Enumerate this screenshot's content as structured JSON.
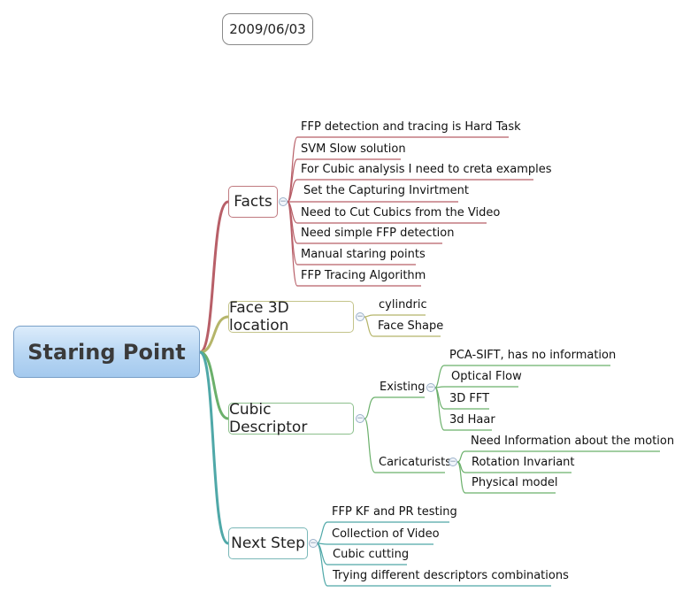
{
  "date": "2009/06/03",
  "central_topic": "Staring Point",
  "branches": {
    "facts": {
      "title": "Facts",
      "color": "#b85f68",
      "items": [
        "FFP detection and tracing is Hard Task",
        "SVM Slow solution",
        "For Cubic analysis I need to creta examples",
        "Set the Capturing Invirtment",
        "Need to Cut Cubics from the Video",
        "Need simple FFP detection",
        "Manual staring points",
        "FFP Tracing Algorithm"
      ]
    },
    "face3d": {
      "title": "Face 3D location",
      "color": "#b5b56a",
      "items": [
        "cylindric",
        "Face Shape"
      ]
    },
    "cubic": {
      "title": "Cubic Descriptor",
      "color": "#6bb06b",
      "existing": {
        "title": "Existing",
        "items": [
          "PCA-SIFT, has no information",
          "Optical Flow",
          "3D FFT",
          "3d Haar"
        ]
      },
      "caricaturists": {
        "title": "Caricaturists",
        "items": [
          "Need Information about the motion",
          "Rotation Invariant",
          "Physical model"
        ]
      }
    },
    "next": {
      "title": "Next Step",
      "color": "#4fa8a8",
      "items": [
        "FFP KF and PR testing",
        "Collection of Video",
        "Cubic cutting",
        "Trying different descriptors combinations"
      ]
    }
  }
}
